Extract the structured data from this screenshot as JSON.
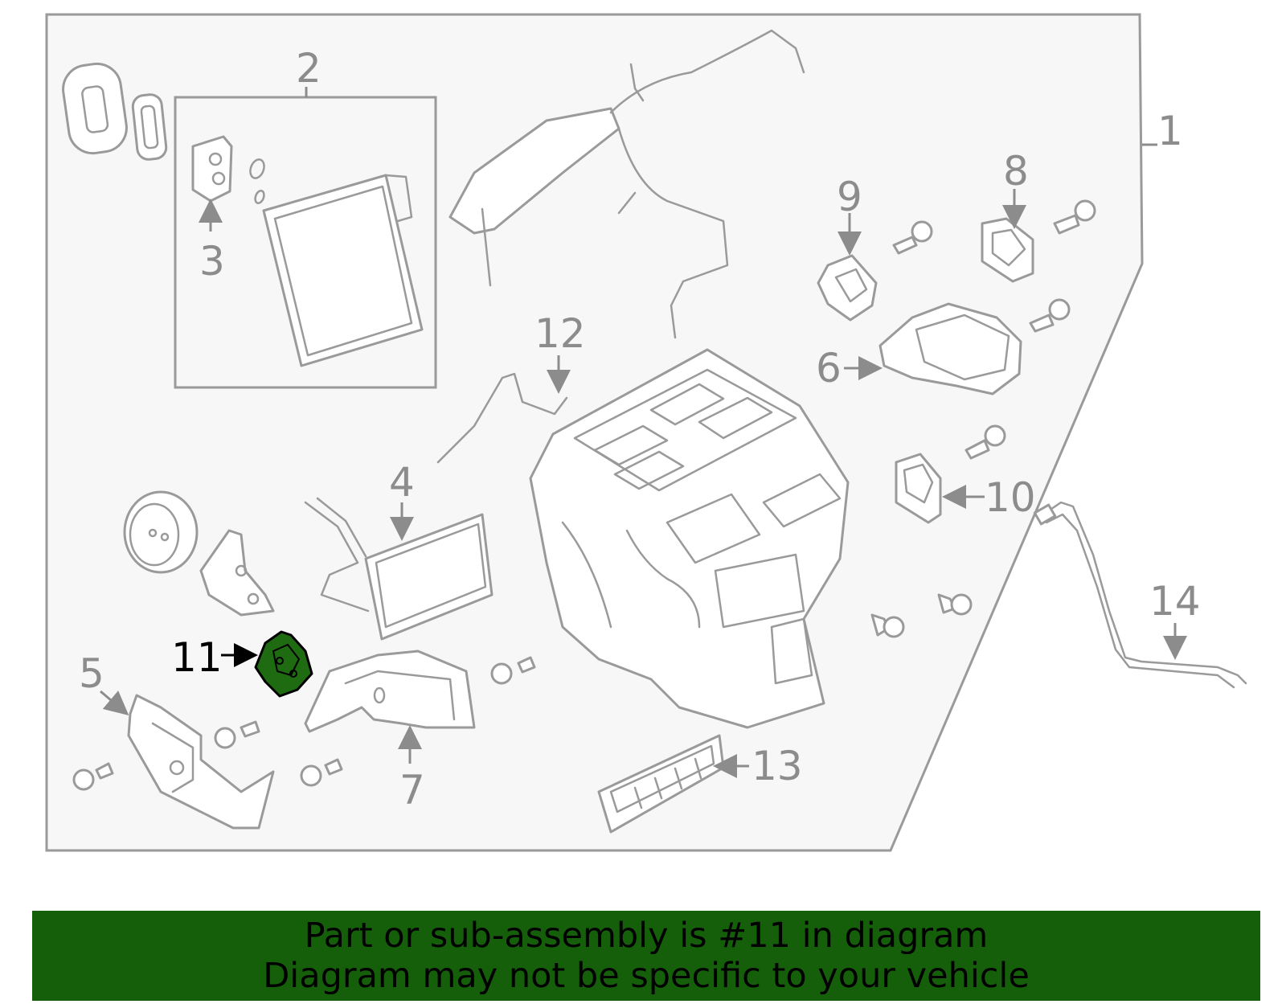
{
  "callouts": [
    "1",
    "2",
    "3",
    "4",
    "5",
    "6",
    "7",
    "8",
    "9",
    "10",
    "11",
    "12",
    "13",
    "14"
  ],
  "highlighted_callout": "11",
  "colors": {
    "panel_fill": "#f7f7f7",
    "outline": "#9a9a9a",
    "label": "#8c8c8c",
    "highlight": "#1f6b12",
    "banner": "#155f0a"
  },
  "banner": {
    "line1": "Part or sub-assembly is #11 in diagram",
    "line2": "Diagram may not be specific to your vehicle"
  }
}
